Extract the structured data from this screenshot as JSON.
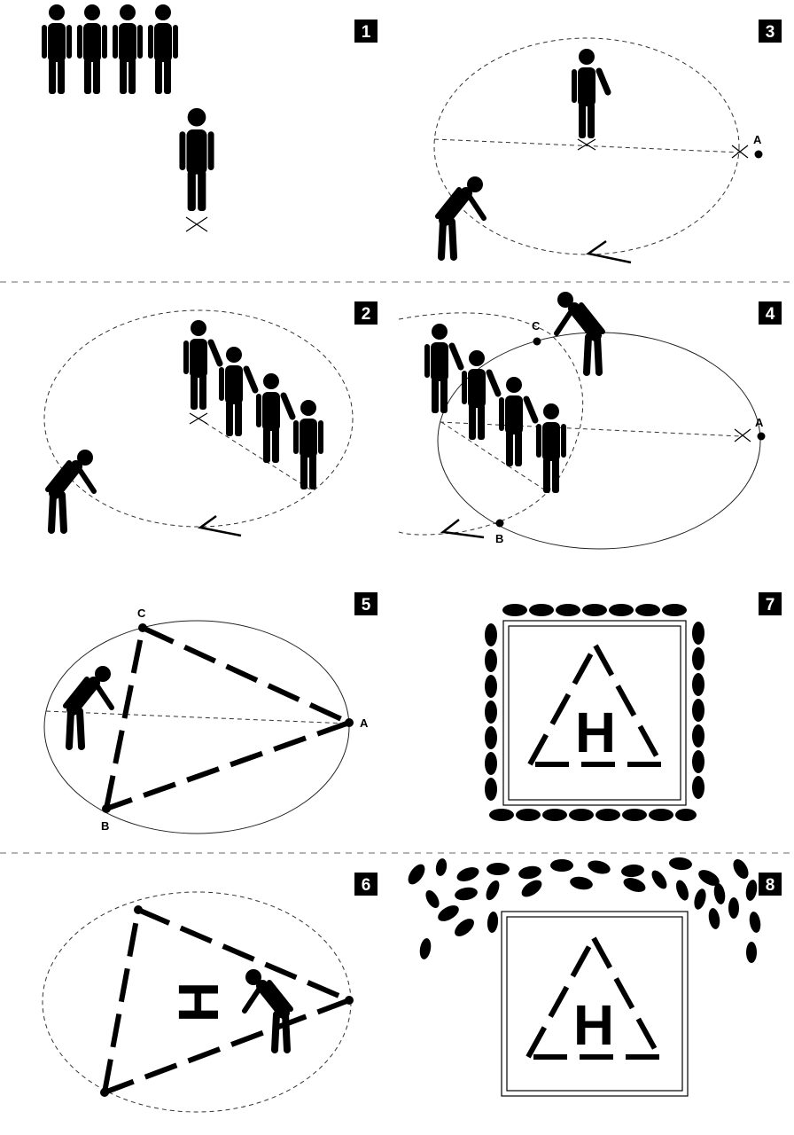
{
  "panels": [
    {
      "number": "1"
    },
    {
      "number": "2"
    },
    {
      "number": "3",
      "points": [
        "A"
      ]
    },
    {
      "number": "4",
      "points": [
        "A",
        "B",
        "C"
      ]
    },
    {
      "number": "5",
      "points": [
        "A",
        "B",
        "C"
      ]
    },
    {
      "number": "6",
      "letter": "H"
    },
    {
      "number": "7",
      "letter": "H"
    },
    {
      "number": "8",
      "letter": "H"
    }
  ],
  "colors": {
    "ink": "#000000",
    "background": "#ffffff",
    "separator": "#888888"
  }
}
